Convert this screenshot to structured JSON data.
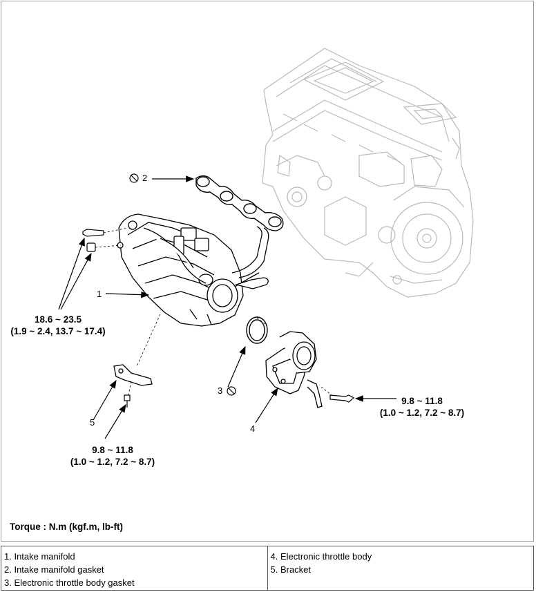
{
  "callouts": {
    "c1": "1",
    "c2": "2",
    "c3": "3",
    "c4": "4",
    "c5": "5"
  },
  "torques": {
    "manifold": {
      "line1": "18.6 ~ 23.5",
      "line2": "(1.9 ~ 2.4, 13.7 ~ 17.4)"
    },
    "bracket": {
      "line1": "9.8 ~ 11.8",
      "line2": "(1.0 ~ 1.2, 7.2 ~ 8.7)"
    },
    "throttle": {
      "line1": "9.8 ~ 11.8",
      "line2": "(1.0 ~ 1.2, 7.2 ~ 8.7)"
    }
  },
  "torque_note": "Torque : N.m (kgf.m, lb-ft)",
  "legend": {
    "left": [
      "1. Intake manifold",
      "2. Intake manifold gasket",
      "3. Electronic throttle body gasket"
    ],
    "right": [
      "4. Electronic throttle body",
      "5. Bracket"
    ]
  },
  "icons": [
    "no-reuse-icon"
  ]
}
